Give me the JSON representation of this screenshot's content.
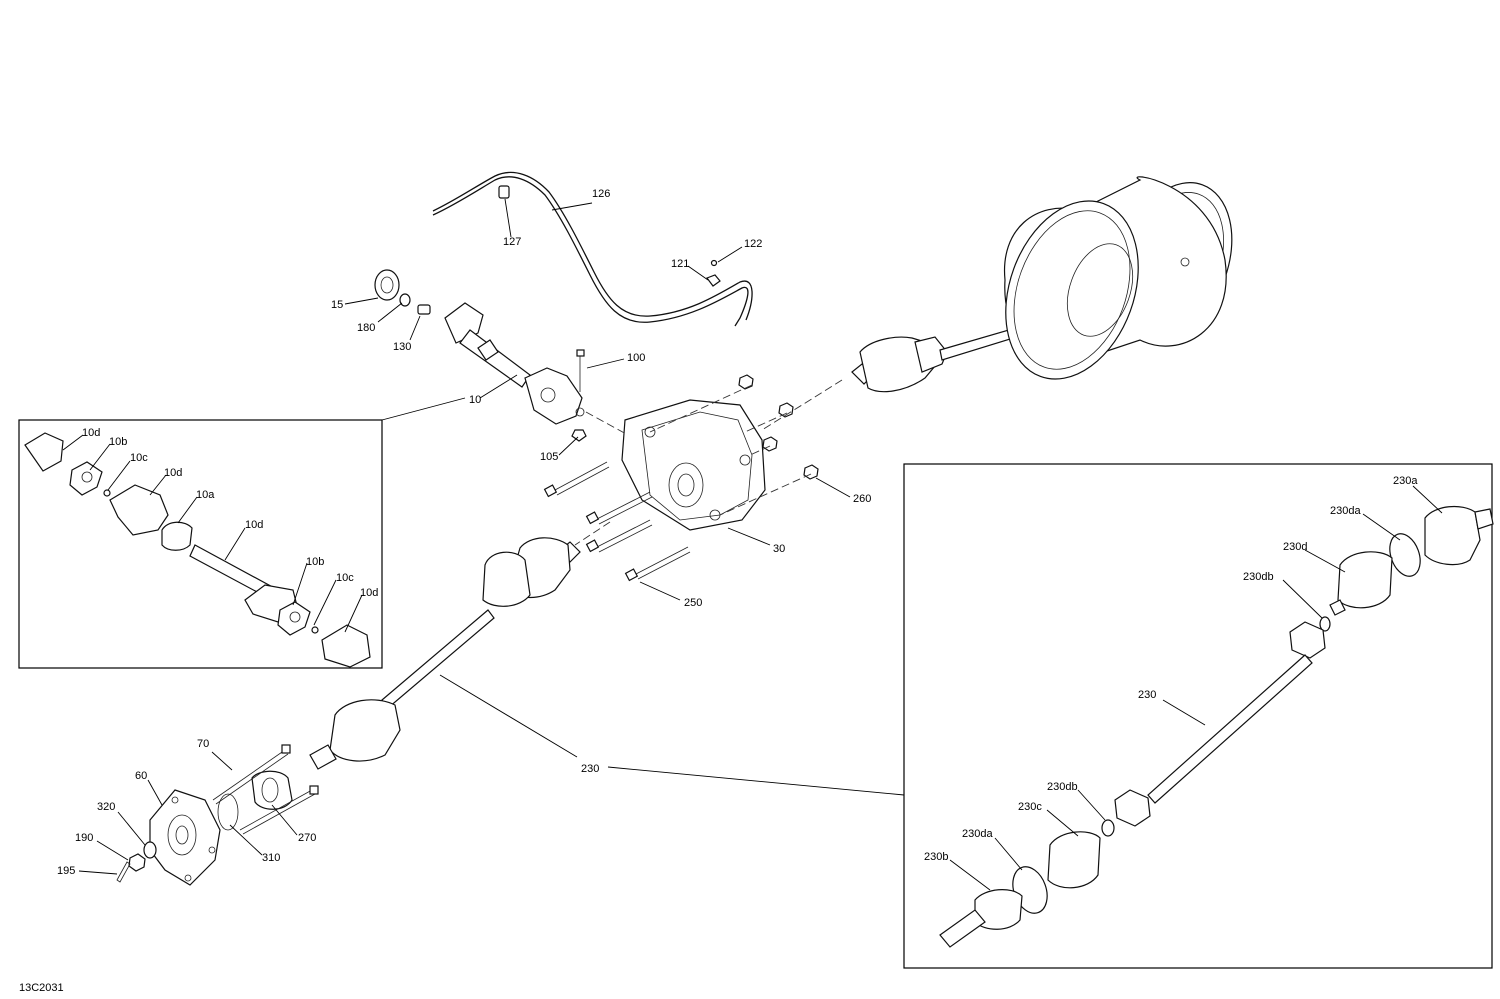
{
  "figure_ref": "13C2031",
  "callouts": {
    "c126": "126",
    "c127": "127",
    "c122": "122",
    "c121": "121",
    "c15": "15",
    "c180": "180",
    "c130": "130",
    "c100": "100",
    "c10": "10",
    "c105": "105",
    "c260": "260",
    "c30": "30",
    "c250": "250",
    "c230": "230",
    "c70": "70",
    "c60": "60",
    "c320": "320",
    "c190": "190",
    "c195": "195",
    "c310": "310",
    "c270": "270"
  },
  "inset_left": {
    "c10d_a": "10d",
    "c10b_a": "10b",
    "c10c_a": "10c",
    "c10d_b": "10d",
    "c10a": "10a",
    "c10d_c": "10d",
    "c10b_b": "10b",
    "c10c_b": "10c",
    "c10d_d": "10d"
  },
  "inset_right": {
    "c230a": "230a",
    "c230da_a": "230da",
    "c230d": "230d",
    "c230db_a": "230db",
    "c230": "230",
    "c230db_b": "230db",
    "c230c": "230c",
    "c230da_b": "230da",
    "c230b": "230b"
  }
}
